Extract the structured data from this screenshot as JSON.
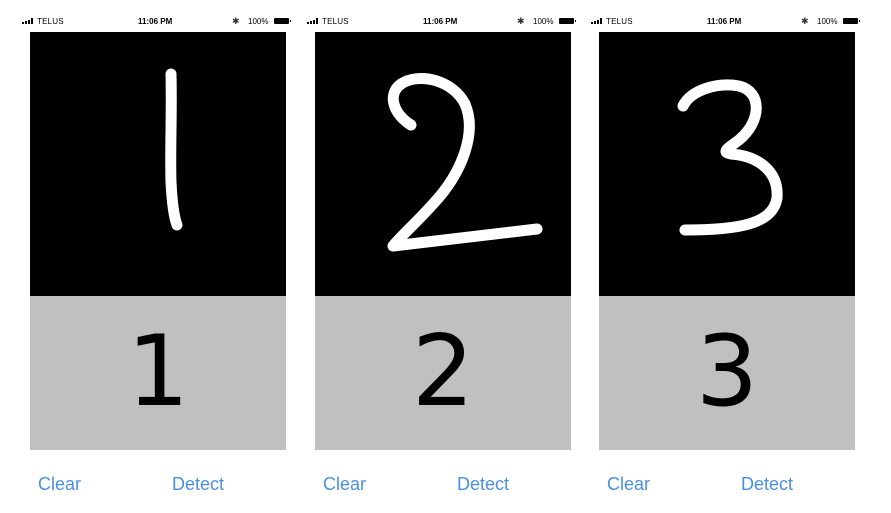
{
  "status_bar": {
    "carrier": "TELUS",
    "time": "11:06 PM",
    "battery": "100%"
  },
  "buttons": {
    "clear_label": "Clear",
    "detect_label": "Detect"
  },
  "colors": {
    "canvas_bg": "#000000",
    "stroke": "#ffffff",
    "result_bg": "#c0c0c0",
    "button_text": "#4a90e2"
  },
  "phones": [
    {
      "drawn_digit": "1",
      "detected_digit": "1"
    },
    {
      "drawn_digit": "2",
      "detected_digit": "2"
    },
    {
      "drawn_digit": "3",
      "detected_digit": "3"
    }
  ]
}
